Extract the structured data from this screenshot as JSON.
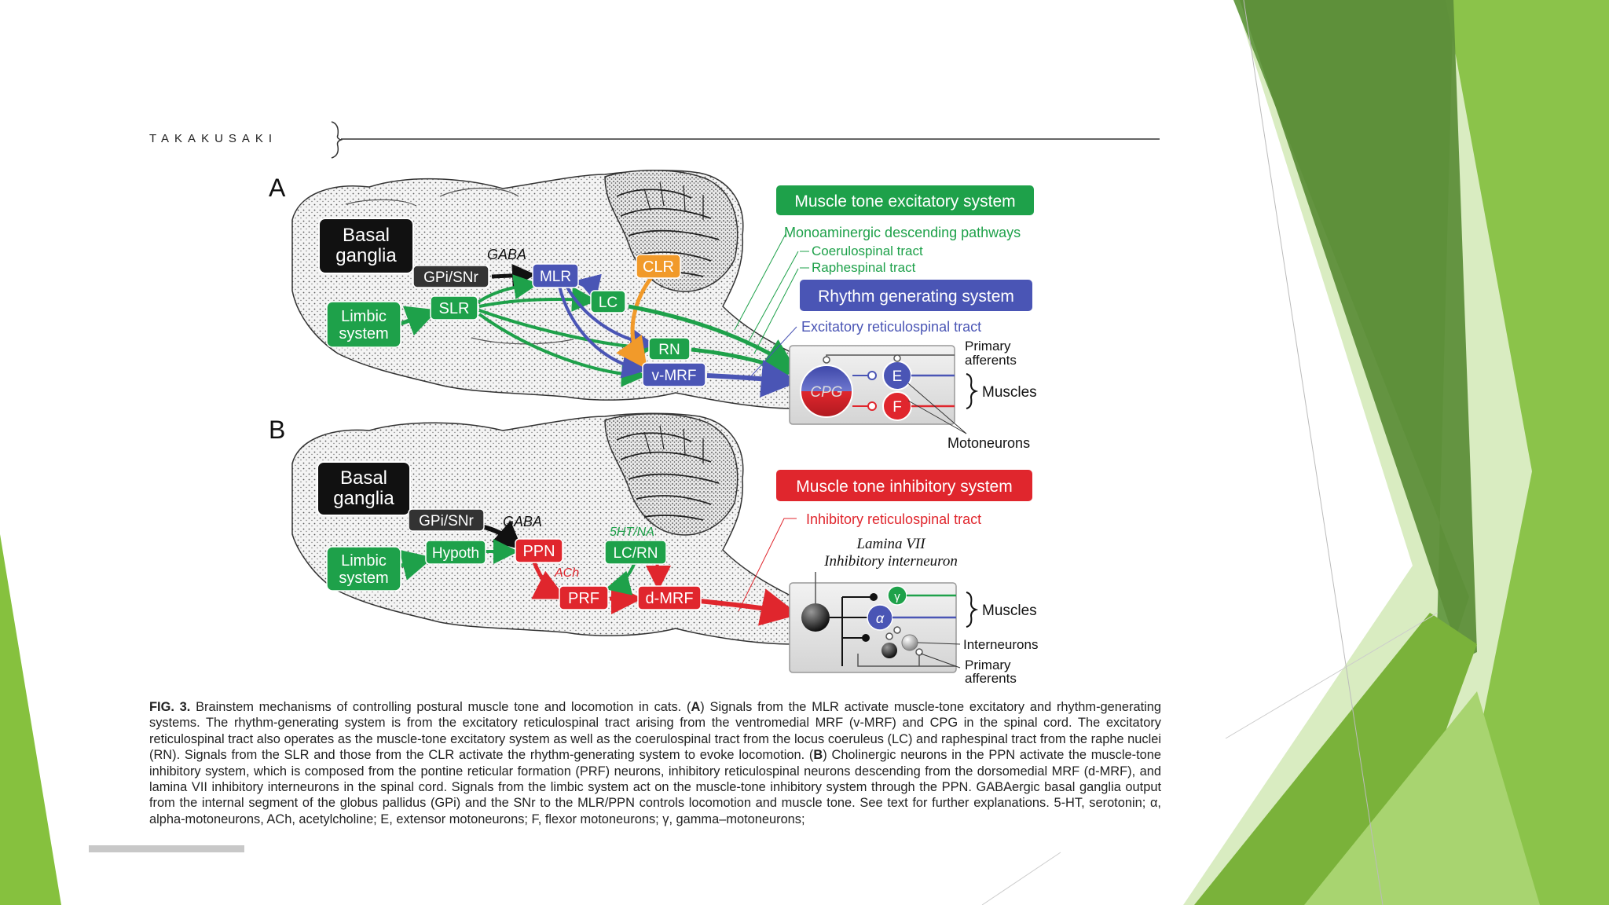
{
  "header": {
    "author": "TAKAKUSAKI"
  },
  "panelA": {
    "label": "A",
    "nodes": {
      "basal": [
        "Basal",
        "ganglia"
      ],
      "gpi": "GPi/SNr",
      "gaba": "GABA",
      "mlr": "MLR",
      "limbic": [
        "Limbic",
        "system"
      ],
      "slr": "SLR",
      "clr": "CLR",
      "lc": "LC",
      "rn": "RN",
      "vmrf": "v-MRF"
    },
    "legend": {
      "excitatory": "Muscle tone excitatory system",
      "mono": "Monoaminergic descending pathways",
      "coerulo": "Coerulospinal tract",
      "raphe": "Raphespinal tract",
      "rhythm": "Rhythm generating system",
      "excReticulo": "Excitatory reticulospinal tract"
    },
    "spinal": {
      "cpg": "CPG",
      "e": "E",
      "f": "F",
      "primary": [
        "Primary",
        "afferents"
      ],
      "muscles": "Muscles",
      "motoneurons": "Motoneurons"
    }
  },
  "panelB": {
    "label": "B",
    "nodes": {
      "basal": [
        "Basal",
        "ganglia"
      ],
      "gpi": "GPi/SNr",
      "gaba": "GABA",
      "limbic": [
        "Limbic",
        "system"
      ],
      "hypoth": "Hypoth",
      "ppn": "PPN",
      "ht": "5HT/NA",
      "lcrn": "LC/RN",
      "ach": "ACh",
      "prf": "PRF",
      "dmrf": "d-MRF"
    },
    "legend": {
      "inhibitory": "Muscle tone inhibitory system",
      "inhReticulo": "Inhibitory reticulospinal tract",
      "lamina": "Lamina VII",
      "interneuron": "Inhibitory interneuron"
    },
    "spinal": {
      "gamma": "γ",
      "alpha": "α",
      "muscles": "Muscles",
      "interneurons": "Interneurons",
      "primary": [
        "Primary",
        "afferents"
      ]
    }
  },
  "caption": {
    "lead": "FIG. 3.",
    "parts": [
      {
        "bold": false,
        "text": " Brainstem mechanisms of controlling postural muscle tone and locomotion in cats. ("
      },
      {
        "bold": true,
        "text": "A"
      },
      {
        "bold": false,
        "text": ") Signals from the MLR activate muscle-tone excitatory and rhythm-generating systems. The rhythm-generating system is from the excitatory reticulospinal tract arising from the ventromedial MRF (v-MRF) and CPG in the spinal cord. The excitatory reticulospinal tract also operates as the muscle-tone excitatory system as well as the coerulospinal tract from the locus coeruleus (LC) and raphespinal tract from the raphe nuclei (RN). Signals from the SLR and those from the CLR activate the rhythm-generating system to evoke locomotion. ("
      },
      {
        "bold": true,
        "text": "B"
      },
      {
        "bold": false,
        "text": ") Cholinergic neurons in the PPN activate the muscle-tone inhibitory system, which is composed from the pontine reticular formation (PRF) neurons, inhibitory reticulospinal neurons descending from the dorsomedial MRF (d-MRF), and lamina VII inhibitory interneurons in the spinal cord. Signals from the limbic system act on the muscle-tone inhibitory system through the PPN. GABAergic basal ganglia output from the internal segment of the globus pallidus (GPi) and the SNr to the MLR/PPN controls locomotion and muscle tone. See text for further explanations. 5-HT, serotonin; α, alpha-motoneurons, ACh, acetylcholine; E, extensor motoneurons; F, flexor motoneurons; γ, gamma–motoneurons;"
      }
    ]
  },
  "colors": {
    "green": "#1ea14a",
    "blue": "#4a55b5",
    "red": "#e0262d",
    "orange": "#f19a2a",
    "black": "#111111",
    "slideGreenLight": "#8cc63f",
    "slideGreenDark": "#4f8f2a"
  }
}
